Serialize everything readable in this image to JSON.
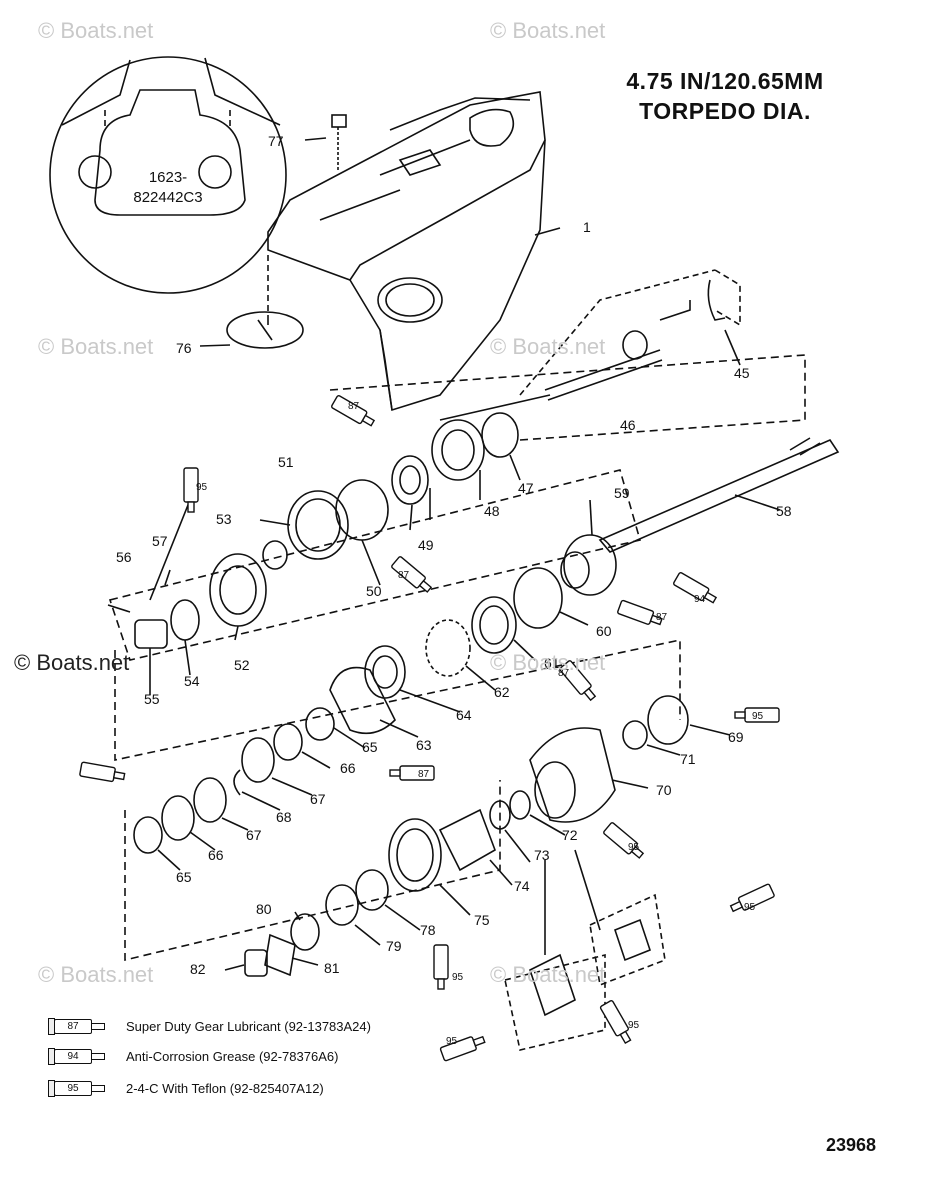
{
  "watermark": "© Boats.net",
  "title_line1": "4.75 IN/120.65MM",
  "title_line2": "TORPEDO DIA.",
  "inset": {
    "line1": "1623-",
    "line2": "822442C3"
  },
  "parts": [
    "1",
    "45",
    "46",
    "47",
    "48",
    "49",
    "50",
    "51",
    "52",
    "53",
    "54",
    "55",
    "56",
    "57",
    "58",
    "59",
    "60",
    "61",
    "62",
    "63",
    "64",
    "65",
    "65",
    "66",
    "66",
    "67",
    "67",
    "68",
    "69",
    "70",
    "71",
    "72",
    "73",
    "74",
    "75",
    "76",
    "77",
    "78",
    "79",
    "80",
    "81",
    "82"
  ],
  "tube_labels": [
    "87",
    "87",
    "87",
    "87",
    "87",
    "94",
    "95",
    "95",
    "95",
    "95",
    "95",
    "95",
    "95"
  ],
  "legend": [
    {
      "code": "87",
      "text": "Super Duty Gear Lubricant (92-13783A24)"
    },
    {
      "code": "94",
      "text": "Anti-Corrosion Grease (92-78376A6)"
    },
    {
      "code": "95",
      "text": "2-4-C  With Teflon (92-825407A12)"
    }
  ],
  "catalog_number": "23968"
}
